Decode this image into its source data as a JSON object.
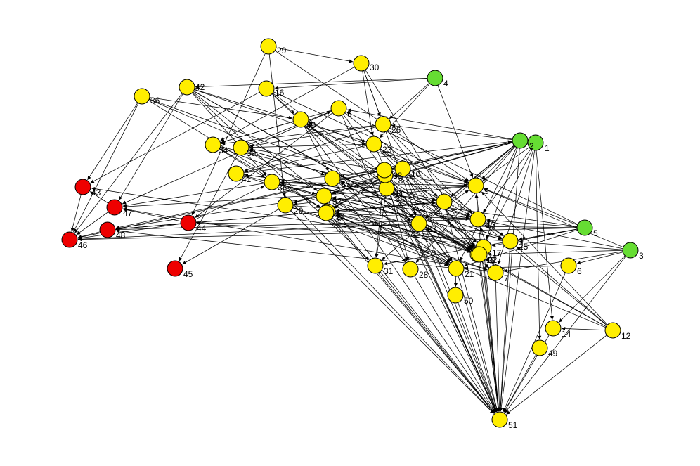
{
  "colors": {
    "green": "#66dd33",
    "yellow": "#ffee00",
    "red": "#ee0000",
    "edge": "#000000",
    "background": "#ffffff"
  },
  "nodes": [
    {
      "id": "1",
      "label": "1",
      "color": "green"
    },
    {
      "id": "2",
      "label": "2",
      "color": "green"
    },
    {
      "id": "3",
      "label": "3",
      "color": "green"
    },
    {
      "id": "4",
      "label": "4",
      "color": "green"
    },
    {
      "id": "5",
      "label": "5",
      "color": "green"
    },
    {
      "id": "6",
      "label": "6",
      "color": "yellow"
    },
    {
      "id": "7",
      "label": "7",
      "color": "yellow"
    },
    {
      "id": "8",
      "label": "8",
      "color": "yellow"
    },
    {
      "id": "9",
      "label": "9",
      "color": "yellow"
    },
    {
      "id": "10",
      "label": "10",
      "color": "yellow"
    },
    {
      "id": "11",
      "label": "11",
      "color": "yellow"
    },
    {
      "id": "12",
      "label": "12",
      "color": "yellow"
    },
    {
      "id": "13",
      "label": "13",
      "color": "yellow"
    },
    {
      "id": "14",
      "label": "14",
      "color": "yellow"
    },
    {
      "id": "15",
      "label": "15",
      "color": "yellow"
    },
    {
      "id": "16",
      "label": "16",
      "color": "yellow"
    },
    {
      "id": "17",
      "label": "17",
      "color": "yellow"
    },
    {
      "id": "18",
      "label": "18",
      "color": "yellow"
    },
    {
      "id": "19",
      "label": "19",
      "color": "yellow"
    },
    {
      "id": "20",
      "label": "20",
      "color": "yellow"
    },
    {
      "id": "21",
      "label": "21",
      "color": "yellow"
    },
    {
      "id": "22",
      "label": "22",
      "color": "yellow"
    },
    {
      "id": "23",
      "label": "23",
      "color": "yellow"
    },
    {
      "id": "24",
      "label": "24",
      "color": "yellow"
    },
    {
      "id": "25",
      "label": "25",
      "color": "yellow"
    },
    {
      "id": "26",
      "label": "26",
      "color": "yellow"
    },
    {
      "id": "27",
      "label": "27",
      "color": "yellow"
    },
    {
      "id": "28",
      "label": "28",
      "color": "yellow"
    },
    {
      "id": "29",
      "label": "29",
      "color": "yellow"
    },
    {
      "id": "30",
      "label": "30",
      "color": "yellow"
    },
    {
      "id": "31",
      "label": "31",
      "color": "yellow"
    },
    {
      "id": "32",
      "label": "32",
      "color": "yellow"
    },
    {
      "id": "33",
      "label": "33",
      "color": "yellow"
    },
    {
      "id": "34",
      "label": "34",
      "color": "yellow"
    },
    {
      "id": "35",
      "label": "35",
      "color": "yellow"
    },
    {
      "id": "36",
      "label": "36",
      "color": "yellow"
    },
    {
      "id": "37",
      "label": "37",
      "color": "yellow"
    },
    {
      "id": "38",
      "label": "38",
      "color": "yellow"
    },
    {
      "id": "39",
      "label": "39",
      "color": "yellow"
    },
    {
      "id": "40",
      "label": "40",
      "color": "yellow"
    },
    {
      "id": "41",
      "label": "41",
      "color": "yellow"
    },
    {
      "id": "42",
      "label": "42",
      "color": "yellow"
    },
    {
      "id": "43",
      "label": "43",
      "color": "red"
    },
    {
      "id": "44",
      "label": "44",
      "color": "red"
    },
    {
      "id": "45",
      "label": "45",
      "color": "red"
    },
    {
      "id": "46",
      "label": "46",
      "color": "red"
    },
    {
      "id": "47",
      "label": "47",
      "color": "red"
    },
    {
      "id": "48",
      "label": "48",
      "color": "red"
    },
    {
      "id": "49",
      "label": "49",
      "color": "yellow"
    },
    {
      "id": "50",
      "label": "50",
      "color": "yellow"
    },
    {
      "id": "51",
      "label": "51",
      "color": "yellow"
    }
  ]
}
